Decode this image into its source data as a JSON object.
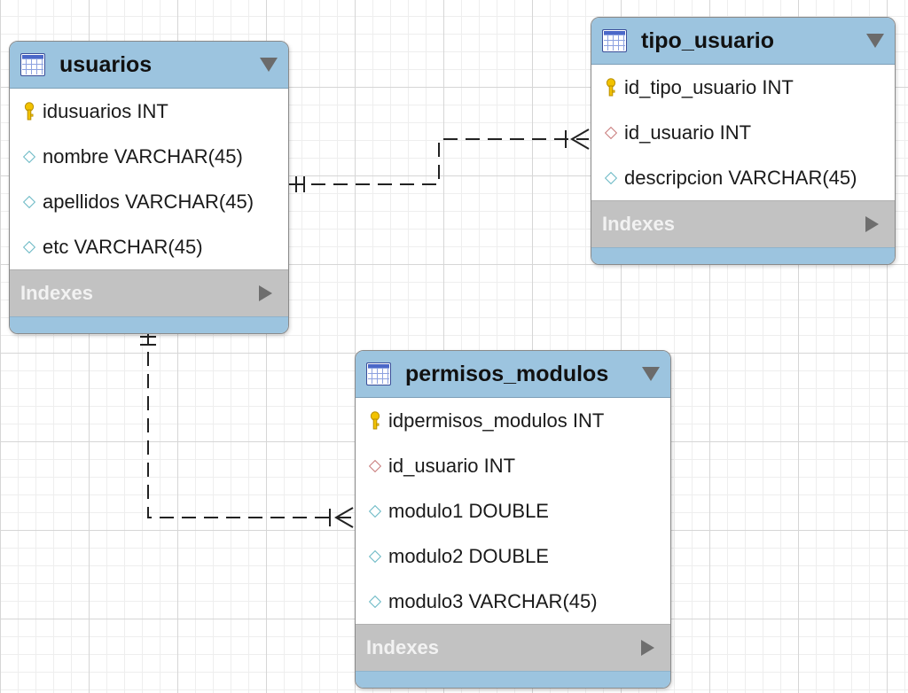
{
  "entities": [
    {
      "name": "usuarios",
      "fields": [
        {
          "label": "idusuarios INT",
          "kind": "primary-key"
        },
        {
          "label": "nombre VARCHAR(45)",
          "kind": "column"
        },
        {
          "label": "apellidos VARCHAR(45)",
          "kind": "column"
        },
        {
          "label": "etc VARCHAR(45)",
          "kind": "column"
        }
      ],
      "indexes_label": "Indexes"
    },
    {
      "name": "tipo_usuario",
      "fields": [
        {
          "label": "id_tipo_usuario INT",
          "kind": "primary-key"
        },
        {
          "label": "id_usuario INT",
          "kind": "foreign-key"
        },
        {
          "label": "descripcion VARCHAR(45)",
          "kind": "column"
        }
      ],
      "indexes_label": "Indexes"
    },
    {
      "name": "permisos_modulos",
      "fields": [
        {
          "label": "idpermisos_modulos INT",
          "kind": "primary-key"
        },
        {
          "label": "id_usuario INT",
          "kind": "foreign-key"
        },
        {
          "label": "modulo1 DOUBLE",
          "kind": "column"
        },
        {
          "label": "modulo2 DOUBLE",
          "kind": "column"
        },
        {
          "label": "modulo3 VARCHAR(45)",
          "kind": "column"
        }
      ],
      "indexes_label": "Indexes"
    }
  ],
  "relationships": [
    {
      "from": "usuarios",
      "to": "tipo_usuario",
      "from_cardinality": "one",
      "to_cardinality": "many",
      "style": "dashed"
    },
    {
      "from": "usuarios",
      "to": "permisos_modulos",
      "from_cardinality": "one",
      "to_cardinality": "many",
      "style": "dashed"
    }
  ],
  "colors": {
    "header": "#9cc4df",
    "indexes_bar": "#c2c2c2",
    "column_icon": "#69b8c4",
    "fk_icon": "#c87a7a",
    "key_icon": "#f2c200",
    "grid": "#d6d6d6"
  }
}
